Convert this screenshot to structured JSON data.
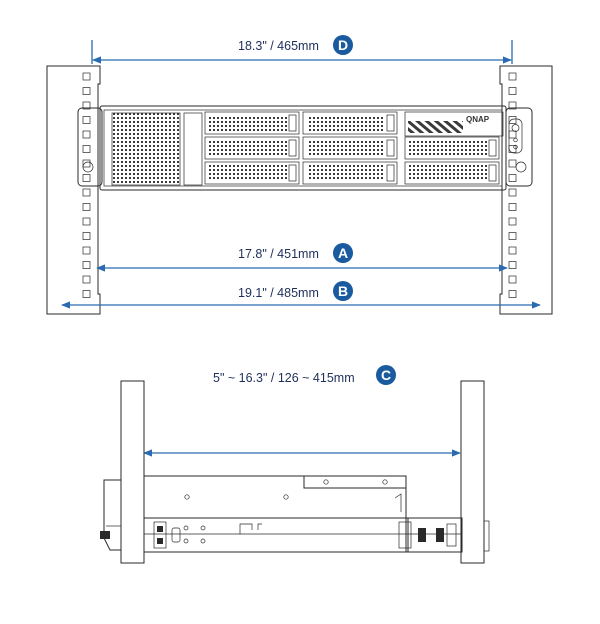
{
  "colors": {
    "badge": "#1a5b9f",
    "dimension_line": "#2a6ab0",
    "outline": "#2a2a2a",
    "label": "#1f2f5a"
  },
  "front_view": {
    "brand": "QNAP",
    "dimensions": {
      "D": {
        "letter": "D",
        "label": "18.3\" / 465mm"
      },
      "A": {
        "letter": "A",
        "label": "17.8\" / 451mm"
      },
      "B": {
        "letter": "B",
        "label": "19.1\" / 485mm"
      }
    }
  },
  "side_view": {
    "dimensions": {
      "C": {
        "letter": "C",
        "label": "5\" ~ 16.3\" / 126 ~ 415mm"
      }
    }
  }
}
